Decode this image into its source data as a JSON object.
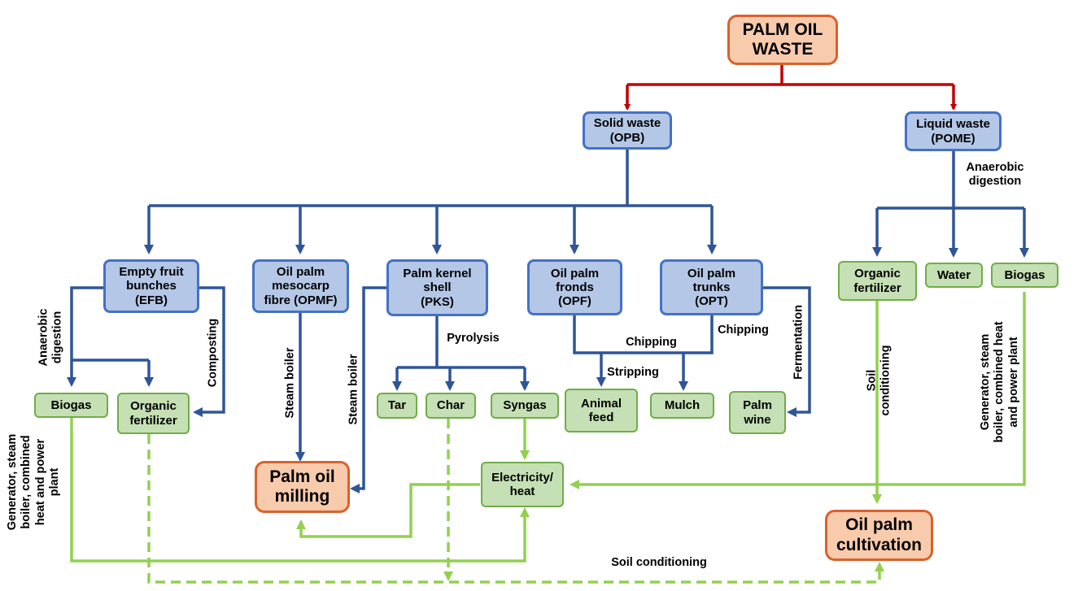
{
  "nodes": {
    "root": "PALM OIL\nWASTE",
    "solid": "Solid waste\n(OPB)",
    "liquid": "Liquid waste\n(POME)",
    "efb": "Empty fruit\nbunches\n(EFB)",
    "opmf": "Oil palm\nmesocarp\nfibre (OPMF)",
    "pks": "Palm kernel\nshell\n(PKS)",
    "opf": "Oil palm\nfronds\n(OPF)",
    "opt": "Oil palm\ntrunks\n(OPT)",
    "organic_fert_right": "Organic\nfertilizer",
    "water": "Water",
    "biogas_right": "Biogas",
    "biogas_left": "Biogas",
    "organic_fert_left": "Organic\nfertilizer",
    "tar": "Tar",
    "char": "Char",
    "syngas": "Syngas",
    "animal_feed": "Animal\nfeed",
    "mulch": "Mulch",
    "palm_wine": "Palm\nwine",
    "electricity": "Electricity/\nheat",
    "milling": "Palm oil\nmilling",
    "cultivation": "Oil palm\ncultivation"
  },
  "labels": {
    "anaerobic_digestion_right": "Anaerobic\ndigestion",
    "anaerobic_digestion_left": "Anaerobic\ndigestion",
    "composting": "Composting",
    "steam_boiler_1": "Steam boiler",
    "steam_boiler_2": "Steam boiler",
    "pyrolysis": "Pyrolysis",
    "chipping_1": "Chipping",
    "chipping_2": "Chipping",
    "stripping": "Stripping",
    "fermentation": "Fermentation",
    "soil_conditioning_vertical": "Soil\nconditioning",
    "soil_conditioning_bottom": "Soil conditioning",
    "generator_left": "Generator, steam\nboiler, combined\nheat and power\nplant",
    "generator_right": "Generator, steam\nboiler, combined heat\nand power plant"
  },
  "colors": {
    "red_arrow": "#c00000",
    "blue_arrow": "#2f5597",
    "green_arrow": "#92d050",
    "orange_fill": "#f8cbad",
    "blue_fill": "#b4c7e7",
    "green_fill": "#c5e0b4"
  }
}
